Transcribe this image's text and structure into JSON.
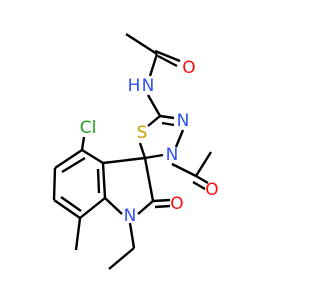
{
  "atoms": {
    "o_amide": {
      "text": "O",
      "color": "#ff0d0d"
    },
    "n_amide": {
      "text": "N",
      "color": "#3050f8"
    },
    "h_amide": {
      "text": "H",
      "color": "#3050f8"
    },
    "s_ring": {
      "text": "S",
      "color": "#c8a000"
    },
    "n_ring_top": {
      "text": "N",
      "color": "#3050f8"
    },
    "n_ring_acetyl": {
      "text": "N",
      "color": "#3050f8"
    },
    "cl": {
      "text": "Cl",
      "color": "#1fa01f"
    },
    "o_acetyl": {
      "text": "O",
      "color": "#ff0d0d"
    },
    "o_lactam": {
      "text": "O",
      "color": "#ff0d0d"
    },
    "n_indole": {
      "text": "N",
      "color": "#3050f8"
    }
  }
}
